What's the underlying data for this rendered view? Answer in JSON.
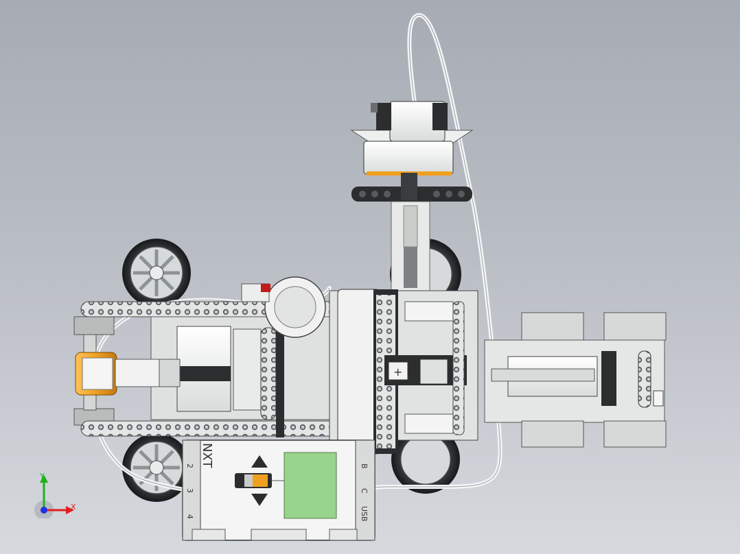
{
  "brick": {
    "name": "NXT",
    "port_numbers": [
      "2",
      "3",
      "4"
    ],
    "port_letters": [
      "B",
      "C"
    ],
    "usb_label": "USB"
  },
  "triad": {
    "y_label": "Y",
    "x_label": "X"
  },
  "colors": {
    "background_top": "#a7abb3",
    "background_bottom": "#d6d9de",
    "part_white": "#f2f4f3",
    "part_grey": "#c9ccc9",
    "part_dark": "#2b2d2e",
    "orange": "#f0a020",
    "screen_green": "#98d48c",
    "axis_x": "#e02020",
    "axis_y": "#20b020",
    "axis_z": "#2030e0"
  }
}
